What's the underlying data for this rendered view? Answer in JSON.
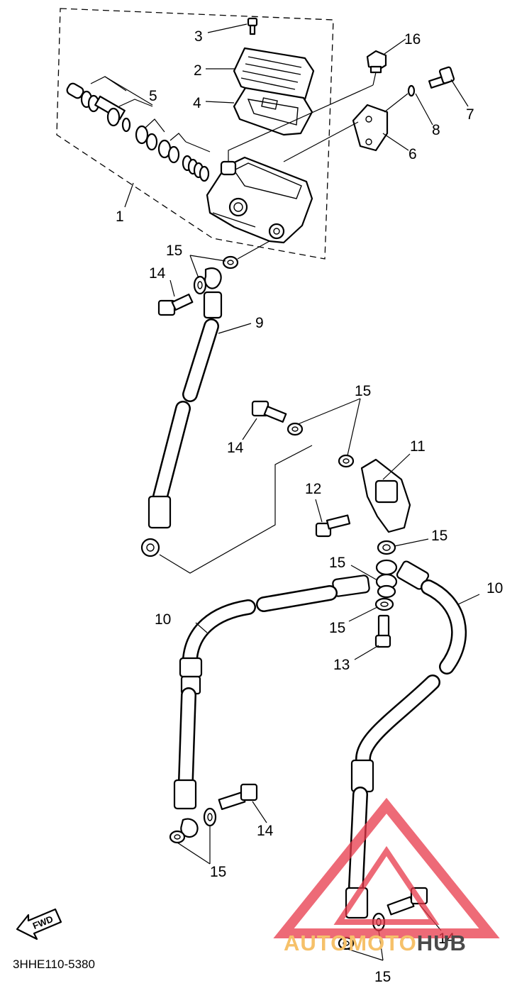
{
  "diagram": {
    "code": "3HHE110-5380",
    "fwd_label": "FWD",
    "watermark": {
      "text_left": "AUTOMOTO",
      "text_right": "HUB",
      "colors": {
        "triangle": "#e8394a",
        "text_left": "#f6c16a",
        "text_right": "#4a4a4a"
      }
    },
    "callouts": {
      "c1": "1",
      "c2": "2",
      "c3": "3",
      "c4": "4",
      "c5": "5",
      "c6": "6",
      "c7": "7",
      "c8": "8",
      "c9": "9",
      "c10a": "10",
      "c10b": "10",
      "c11": "11",
      "c12": "12",
      "c13": "13",
      "c14a": "14",
      "c14b": "14",
      "c14c": "14",
      "c14d": "14",
      "c15a": "15",
      "c15b": "15",
      "c15c": "15",
      "c15d": "15",
      "c15e": "15",
      "c15f": "15",
      "c15g": "15",
      "c16": "16"
    }
  }
}
